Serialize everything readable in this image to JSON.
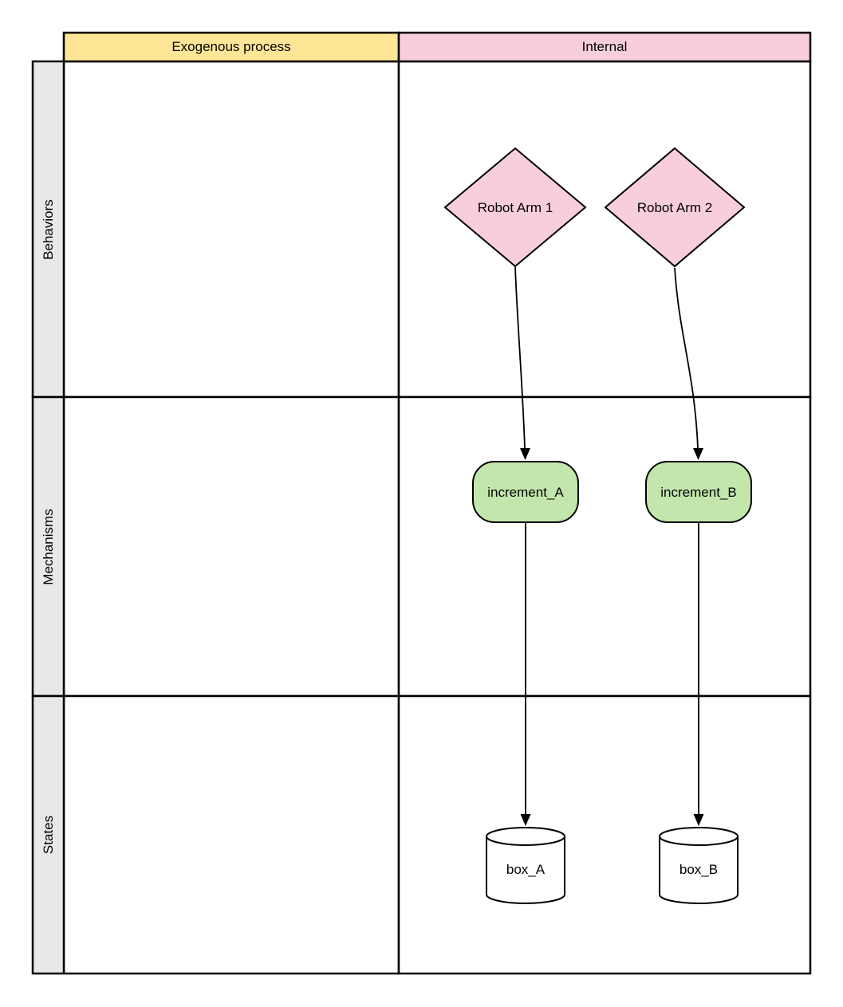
{
  "diagram": {
    "type": "swimlane-flowchart",
    "column_headers": [
      {
        "label": "Exogenous process",
        "fill": "#FFE696"
      },
      {
        "label": "Internal",
        "fill": "#F8CEDC"
      }
    ],
    "row_headers": [
      {
        "label": "Behaviors",
        "fill": "#E8E8E8"
      },
      {
        "label": "Mechanisms",
        "fill": "#E8E8E8"
      },
      {
        "label": "States",
        "fill": "#E8E8E8"
      }
    ],
    "nodes": [
      {
        "id": "robot_arm_1",
        "label": "Robot Arm 1",
        "shape": "diamond",
        "row": "Behaviors",
        "column": "Internal",
        "fill": "#F8CEDC"
      },
      {
        "id": "robot_arm_2",
        "label": "Robot Arm 2",
        "shape": "diamond",
        "row": "Behaviors",
        "column": "Internal",
        "fill": "#F8CEDC"
      },
      {
        "id": "increment_A",
        "label": "increment_A",
        "shape": "rounded-rectangle",
        "row": "Mechanisms",
        "column": "Internal",
        "fill": "#C3E6AC"
      },
      {
        "id": "increment_B",
        "label": "increment_B",
        "shape": "rounded-rectangle",
        "row": "Mechanisms",
        "column": "Internal",
        "fill": "#C3E6AC"
      },
      {
        "id": "box_A",
        "label": "box_A",
        "shape": "cylinder",
        "row": "States",
        "column": "Internal",
        "fill": "#FFFFFF"
      },
      {
        "id": "box_B",
        "label": "box_B",
        "shape": "cylinder",
        "row": "States",
        "column": "Internal",
        "fill": "#FFFFFF"
      }
    ],
    "edges": [
      {
        "from": "Robot Arm 1",
        "to": "increment_A"
      },
      {
        "from": "Robot Arm 2",
        "to": "increment_B"
      },
      {
        "from": "increment_A",
        "to": "box_A"
      },
      {
        "from": "increment_B",
        "to": "box_B"
      }
    ],
    "colors": {
      "stroke": "#000000",
      "background": "#FFFFFF",
      "lane_label_fill": "#E8E8E8",
      "header_yellow": "#FFE696",
      "header_pink": "#F8CEDC",
      "node_pink": "#F8CEDC",
      "node_green": "#C3E6AC"
    }
  }
}
